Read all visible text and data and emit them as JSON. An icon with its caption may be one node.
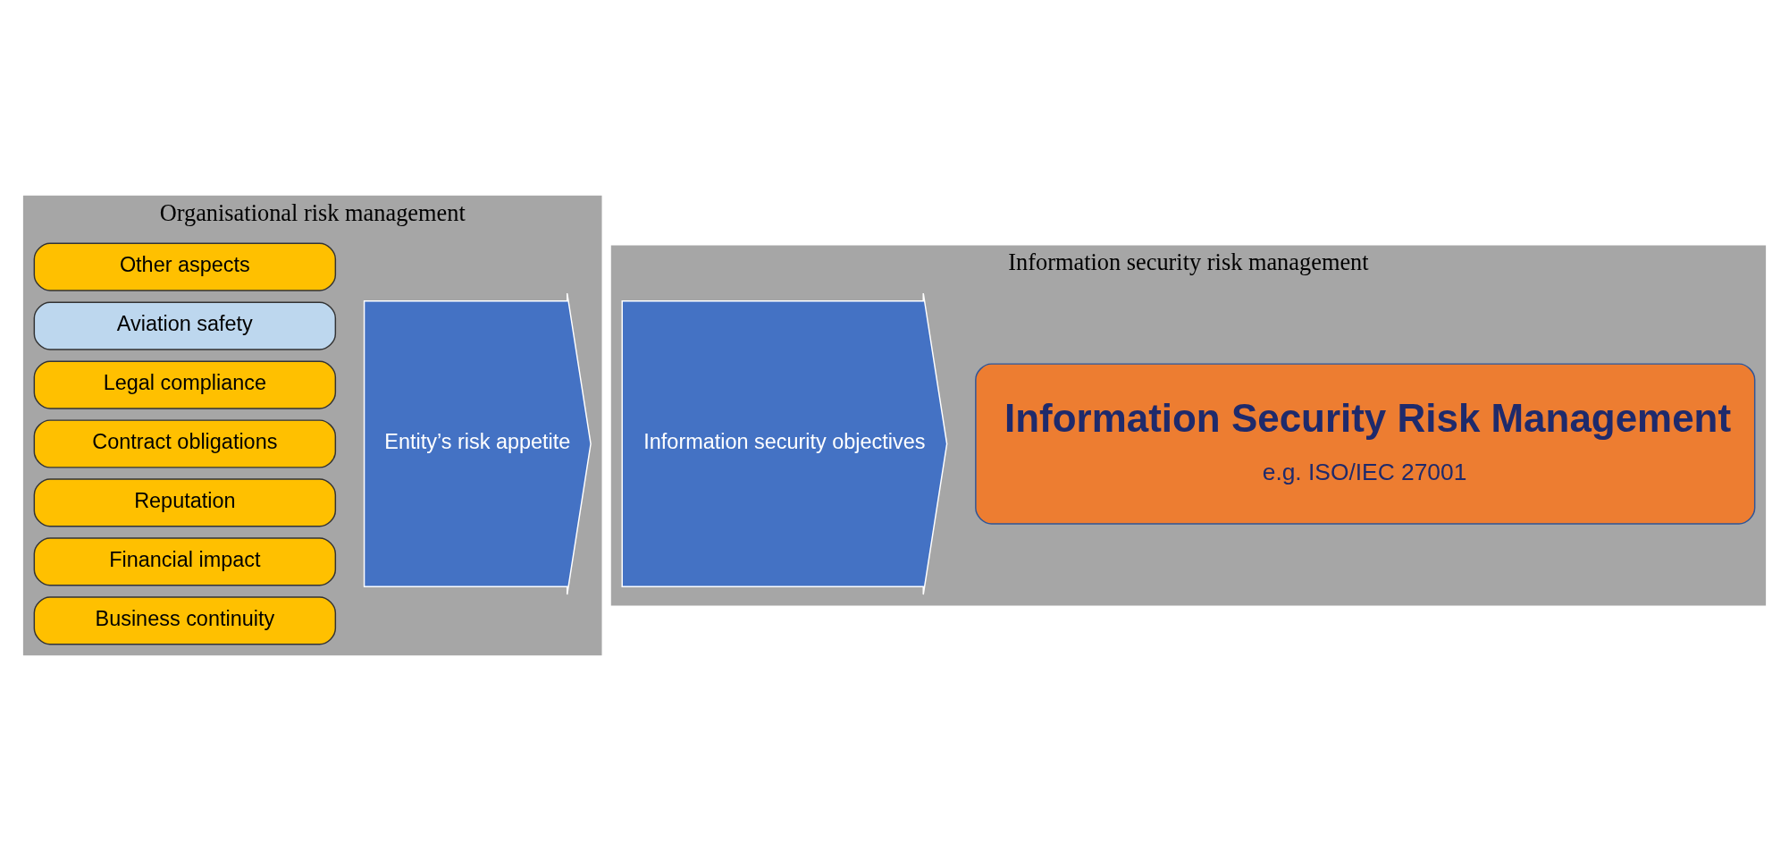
{
  "diagram": {
    "nodes": [
      {
        "text": [
          "Organisational risk management"
        ]
      },
      {
        "text": [
          "Business continuity"
        ],
        "in": 0
      },
      {
        "text": [
          "Financial impact"
        ],
        "in": 0
      },
      {
        "text": [
          "Reputation"
        ],
        "in": 0
      },
      {
        "text": [
          "Contract obligations"
        ],
        "in": 0
      },
      {
        "text": [
          "Legal compliance"
        ],
        "in": 0
      },
      {
        "text": [
          "Aviation safety"
        ],
        "in": 0
      },
      {
        "text": [
          "Other aspects"
        ],
        "in": 0
      },
      {
        "text": [
          "Entity’s risk appetite"
        ],
        "in": 0
      },
      {
        "text": [
          "Information security risk management"
        ]
      },
      {
        "text": [
          "Information security objectives"
        ],
        "in": 9
      },
      {
        "text": [
          "Information Security Risk Management",
          "e.g. ISO/IEC 27001"
        ],
        "in": 9
      }
    ],
    "edges": []
  }
}
